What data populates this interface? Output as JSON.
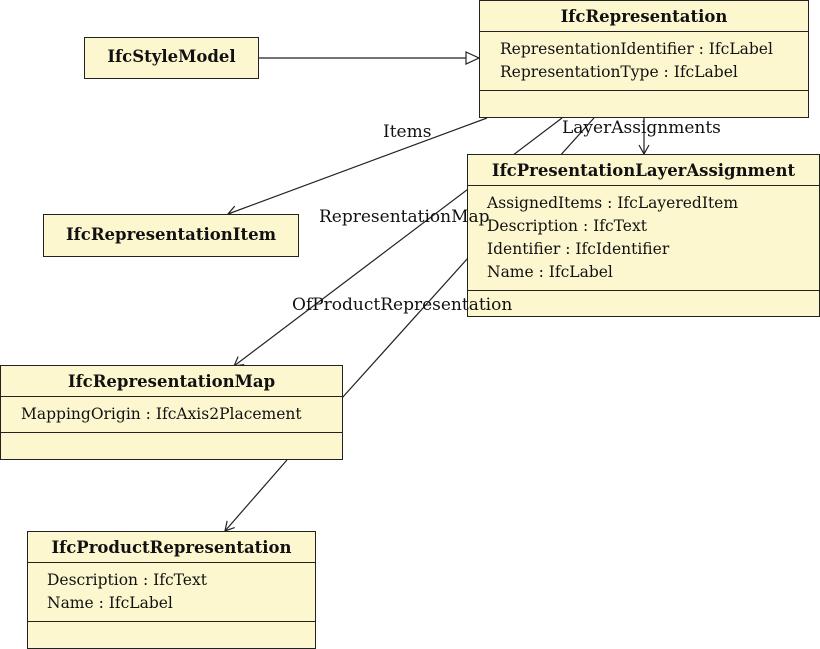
{
  "classes": {
    "style_model": {
      "name": "IfcStyleModel"
    },
    "representation": {
      "name": "IfcRepresentation",
      "attributes": [
        "RepresentationIdentifier : IfcLabel",
        "RepresentationType : IfcLabel"
      ]
    },
    "representation_item": {
      "name": "IfcRepresentationItem"
    },
    "layer_assignment": {
      "name": "IfcPresentationLayerAssignment",
      "attributes": [
        "AssignedItems : IfcLayeredItem",
        "Description : IfcText",
        "Identifier : IfcIdentifier",
        "Name : IfcLabel"
      ]
    },
    "representation_map": {
      "name": "IfcRepresentationMap",
      "attributes": [
        "MappingOrigin : IfcAxis2Placement"
      ]
    },
    "product_representation": {
      "name": "IfcProductRepresentation",
      "attributes": [
        "Description : IfcText",
        "Name : IfcLabel"
      ]
    }
  },
  "edge_labels": {
    "items": "Items",
    "layer_assignments": "LayerAssignments",
    "representation_map": "RepresentationMap",
    "of_product_representation": "OfProductRepresentation"
  },
  "colors": {
    "class_fill": "#fdf7cf",
    "stroke": "#222222"
  }
}
